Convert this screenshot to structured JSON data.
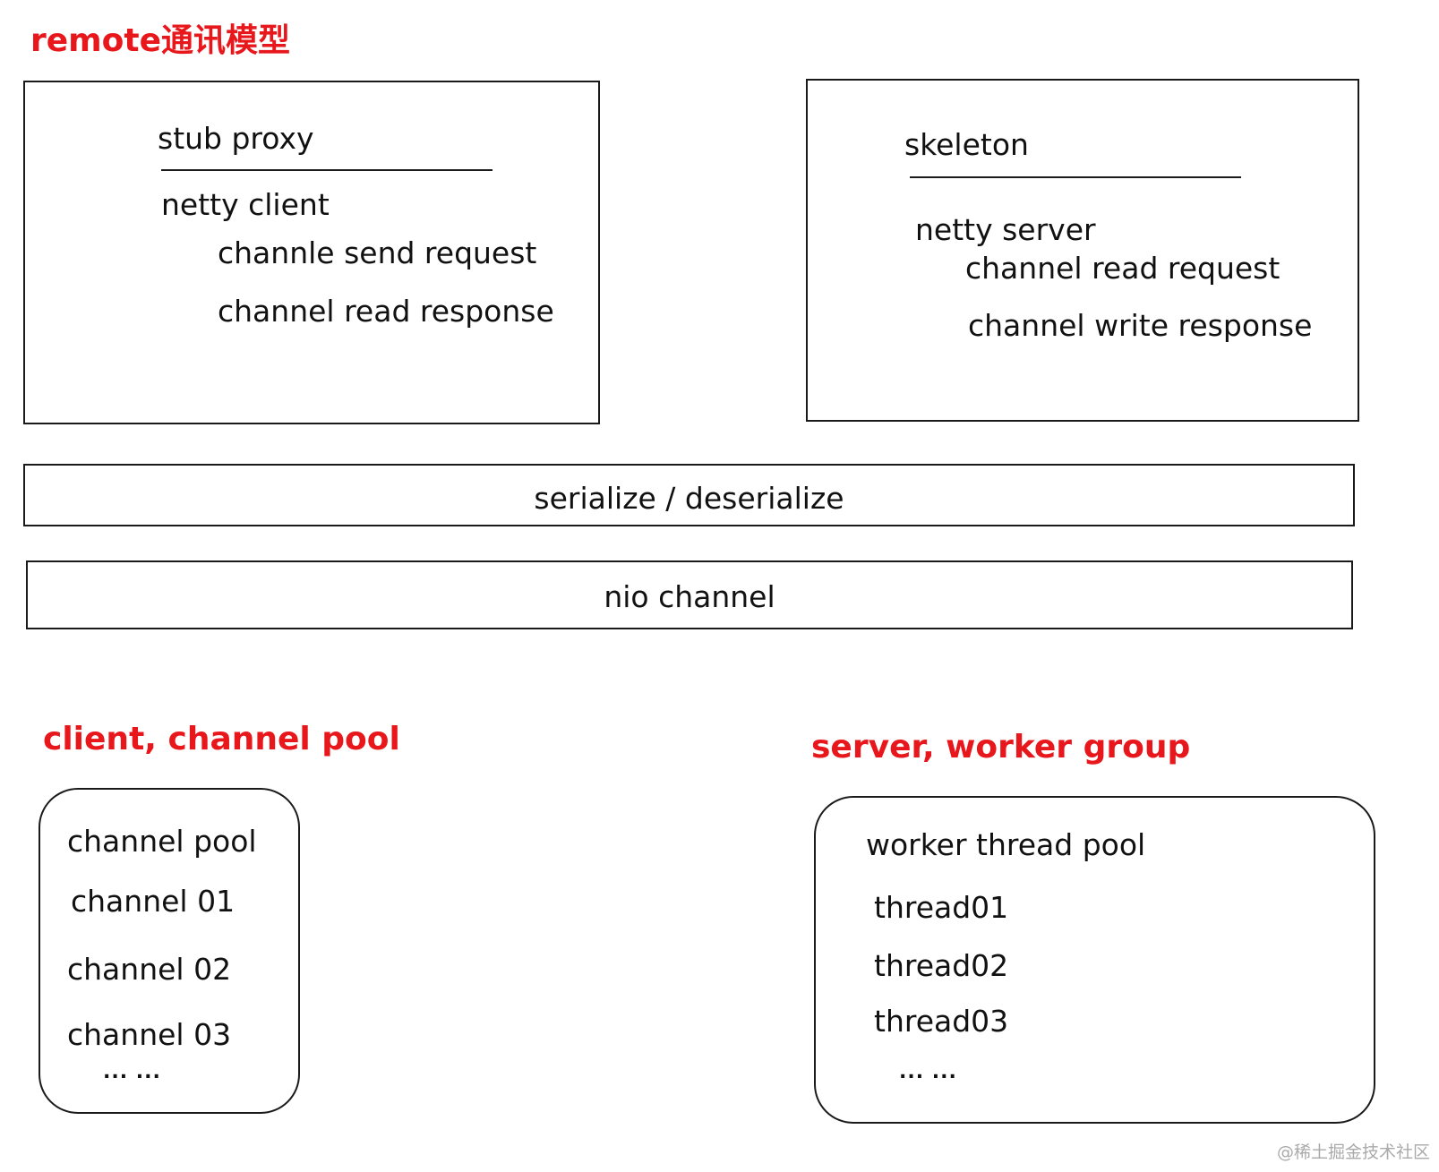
{
  "title": "remote通讯模型",
  "client_box": {
    "header": "stub proxy",
    "subheader": "netty client",
    "items": [
      "channle send request",
      "channel read response"
    ]
  },
  "server_box": {
    "header": "skeleton",
    "subheader": "netty server",
    "items": [
      "channel read request",
      "channel write response"
    ]
  },
  "layers": [
    "serialize / deserialize",
    "nio channel"
  ],
  "client_pool_section": {
    "title": "client, channel pool",
    "box_title": "channel pool",
    "items": [
      "channel 01",
      "channel 02",
      "channel 03"
    ],
    "more": "... ..."
  },
  "server_pool_section": {
    "title": "server, worker  group",
    "box_title": "worker thread pool",
    "items": [
      "thread01",
      "thread02",
      "thread03"
    ],
    "more": "... ..."
  },
  "watermark": "@稀土掘金技术社区",
  "colors": {
    "accent_red": "#e8171c",
    "line": "#1a1a1a",
    "text": "#111111"
  }
}
